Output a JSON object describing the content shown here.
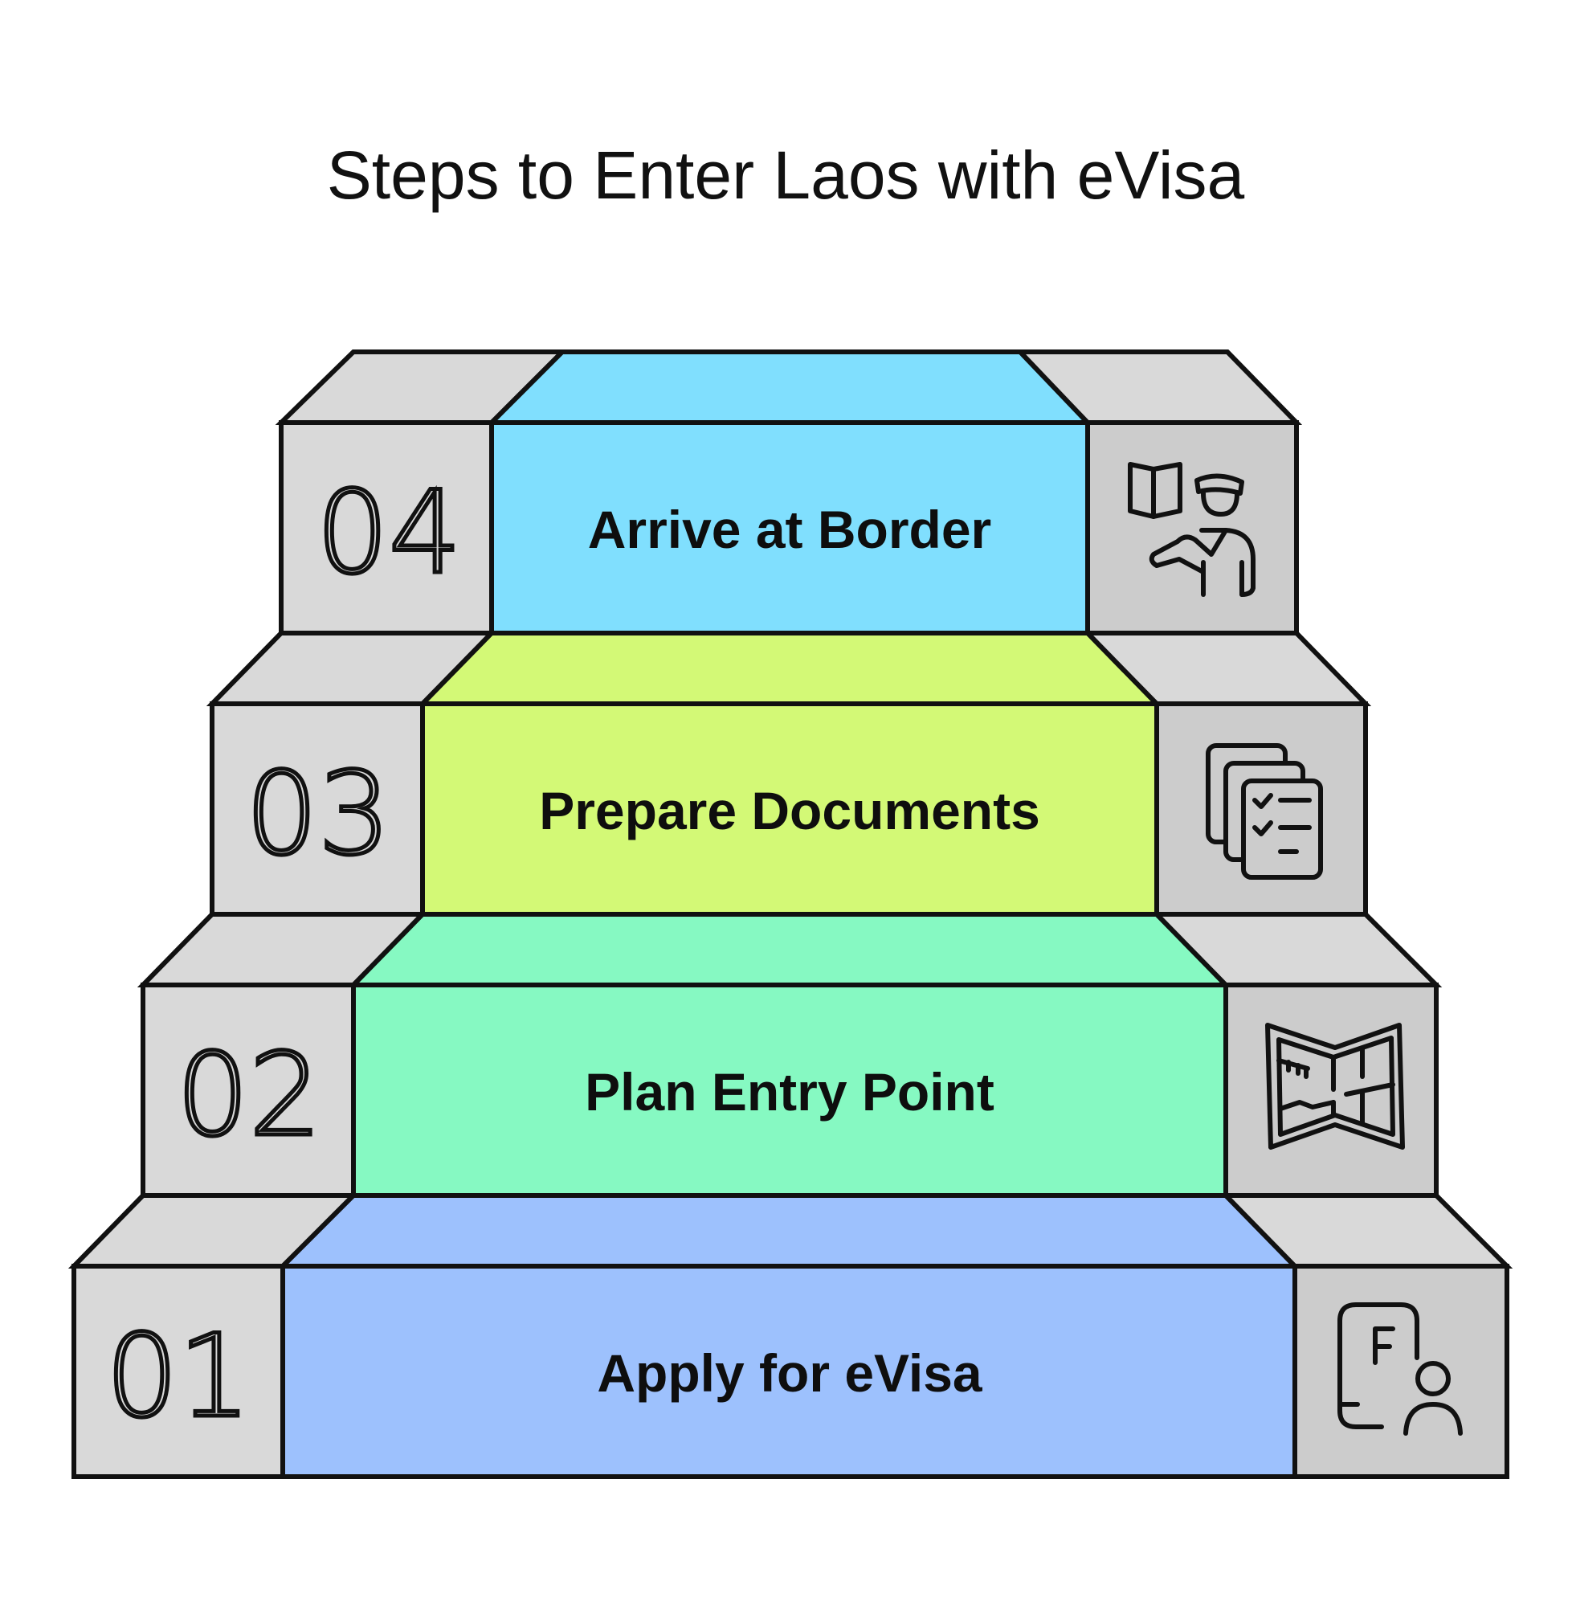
{
  "title": "Steps to Enter Laos with eVisa",
  "colors": {
    "side_face": "#d9d9d9",
    "side_front": "#cccccc",
    "outline": "#111111",
    "step_01": "#9dc1fd",
    "step_02": "#86f9c2",
    "step_03": "#d3f976",
    "step_04": "#80dffe"
  },
  "steps": [
    {
      "number": "04",
      "label": "Arrive at Border",
      "icon": "border-officer-icon"
    },
    {
      "number": "03",
      "label": "Prepare Documents",
      "icon": "documents-checklist-icon"
    },
    {
      "number": "02",
      "label": "Plan Entry Point",
      "icon": "map-icon"
    },
    {
      "number": "01",
      "label": "Apply for eVisa",
      "icon": "application-form-icon"
    }
  ]
}
